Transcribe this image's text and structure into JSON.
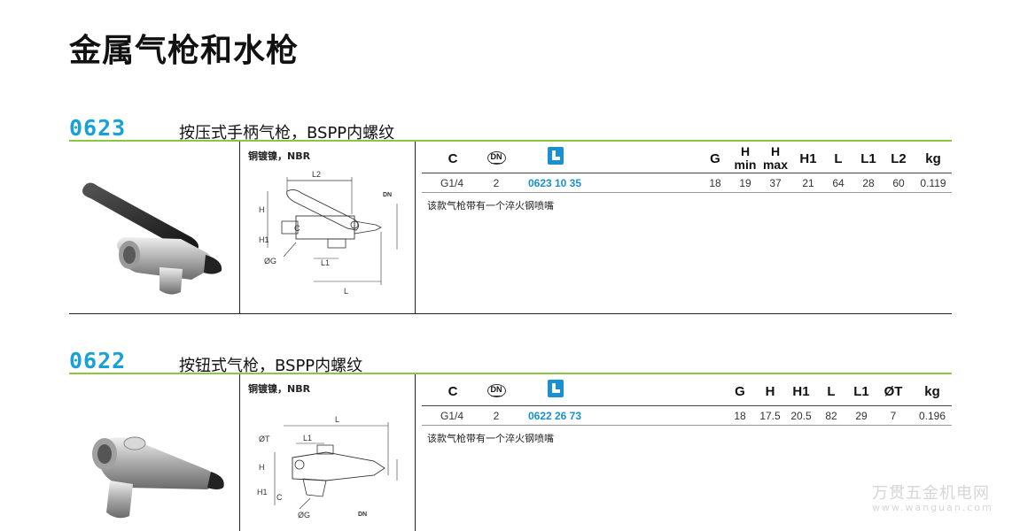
{
  "page": {
    "title": "金属气枪和水枪"
  },
  "sections": [
    {
      "code": "0623",
      "title": "按压式手柄气枪，BSPP内螺纹",
      "material": "铜镀镍，NBR",
      "drawing_labels": {
        "L2": "L2",
        "H": "H",
        "H1": "H1",
        "C": "C",
        "G": "ØG",
        "L1": "L1",
        "L": "L",
        "DN": "DN"
      },
      "columns": [
        {
          "key": "C",
          "label": "C"
        },
        {
          "key": "DN",
          "label": "DN",
          "icon": "dn-icon"
        },
        {
          "key": "art",
          "label": "",
          "icon": "article-number-icon"
        },
        {
          "key": "G",
          "label": "G"
        },
        {
          "key": "Hmin",
          "label": "H",
          "sub": "min"
        },
        {
          "key": "Hmax",
          "label": "H",
          "sub": "max"
        },
        {
          "key": "H1",
          "label": "H1"
        },
        {
          "key": "L",
          "label": "L"
        },
        {
          "key": "L1",
          "label": "L1"
        },
        {
          "key": "L2",
          "label": "L2"
        },
        {
          "key": "kg",
          "label": "kg"
        }
      ],
      "row": {
        "C": "G1/4",
        "DN": "2",
        "art": "0623 10 35",
        "G": "18",
        "Hmin": "19",
        "Hmax": "37",
        "H1": "21",
        "L": "64",
        "L1": "28",
        "L2": "60",
        "kg": "0.119"
      },
      "note": "该款气枪带有一个淬火钢喷嘴"
    },
    {
      "code": "0622",
      "title": "按钮式气枪，BSPP内螺纹",
      "material": "铜镀镍，NBR",
      "drawing_labels": {
        "L": "L",
        "T": "ØT",
        "L1": "L1",
        "H": "H",
        "H1": "H1",
        "C": "C",
        "G": "ØG",
        "DN": "DN"
      },
      "columns": [
        {
          "key": "C",
          "label": "C"
        },
        {
          "key": "DN",
          "label": "DN",
          "icon": "dn-icon"
        },
        {
          "key": "art",
          "label": "",
          "icon": "article-number-icon"
        },
        {
          "key": "G",
          "label": "G"
        },
        {
          "key": "H",
          "label": "H"
        },
        {
          "key": "H1",
          "label": "H1"
        },
        {
          "key": "L",
          "label": "L"
        },
        {
          "key": "L1",
          "label": "L1"
        },
        {
          "key": "T",
          "label": "ØT"
        },
        {
          "key": "kg",
          "label": "kg"
        }
      ],
      "row": {
        "C": "G1/4",
        "DN": "2",
        "art": "0622 26 73",
        "G": "18",
        "H": "17.5",
        "H1": "20.5",
        "L": "82",
        "L1": "29",
        "T": "7",
        "kg": "0.196"
      },
      "note": "该款气枪带有一个淬火钢喷嘴"
    }
  ],
  "watermark": {
    "text": "万贯五金机电网",
    "url": "www.wanguan.com"
  },
  "colors": {
    "accent_green": "#8cc63f",
    "accent_blue": "#18a0d8",
    "article_blue": "#1a90d0"
  }
}
